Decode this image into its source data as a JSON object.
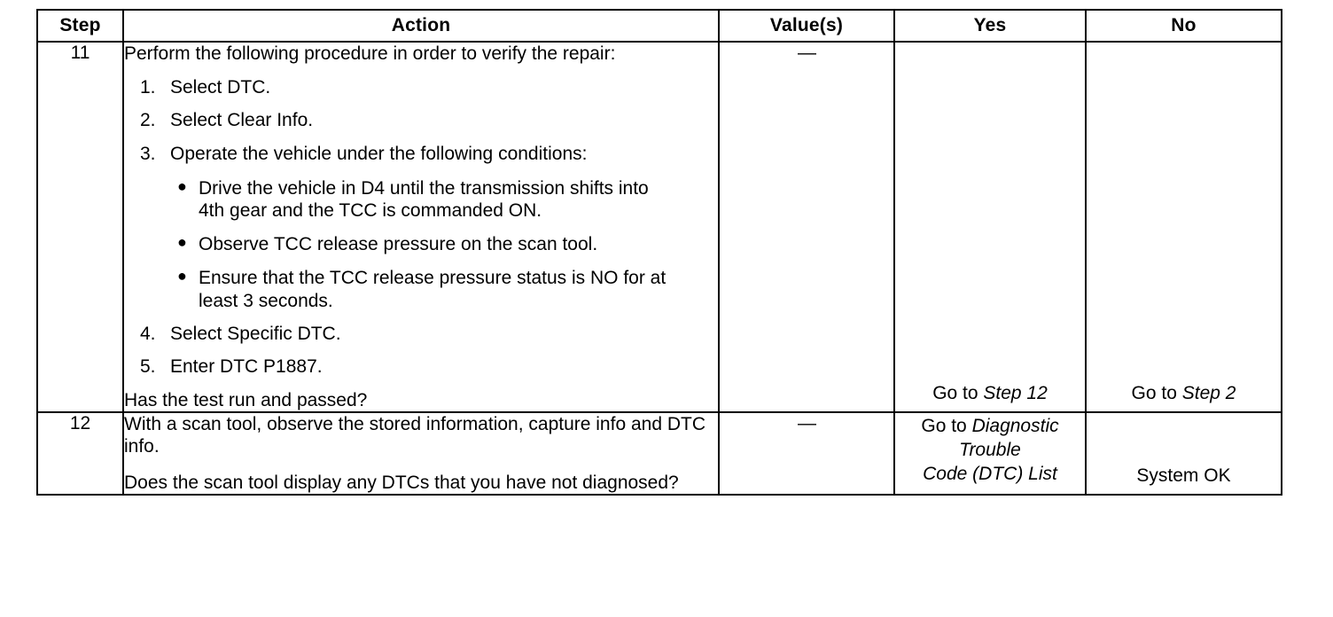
{
  "table": {
    "headers": {
      "step": "Step",
      "action": "Action",
      "value": "Value(s)",
      "yes": "Yes",
      "no": "No"
    },
    "rows": [
      {
        "step": "11",
        "action": {
          "lead": "Perform the following procedure in order to verify the repair:",
          "numbered": [
            {
              "num": "1.",
              "text": "Select DTC."
            },
            {
              "num": "2.",
              "text": "Select Clear Info."
            },
            {
              "num": "3.",
              "text": "Operate the vehicle under the following conditions:"
            },
            {
              "num": "4.",
              "text": "Select Specific DTC."
            },
            {
              "num": "5.",
              "text": "Enter DTC P1887."
            }
          ],
          "bullets": [
            "Drive the vehicle in D4 until the transmission shifts into 4th gear and the TCC is commanded ON.",
            "Observe TCC release pressure on the scan tool.",
            "Ensure that the TCC release pressure status is NO for at least 3 seconds."
          ],
          "question": "Has the test run and passed?"
        },
        "value": "—",
        "yes": {
          "prefix": "Go to ",
          "ref": "Step 12"
        },
        "no": {
          "prefix": "Go to ",
          "ref": "Step 2"
        }
      },
      {
        "step": "12",
        "action": {
          "lead": "With a scan tool, observe the stored information, capture info and DTC info.",
          "question": "Does the scan tool display any DTCs that you have not diagnosed?"
        },
        "value": "—",
        "yes": {
          "prefix": "Go to ",
          "ref_line1": "Diagnostic",
          "ref_line2": "Trouble",
          "ref_line3": "Code (DTC) List"
        },
        "no": {
          "text": "System OK"
        }
      }
    ]
  }
}
